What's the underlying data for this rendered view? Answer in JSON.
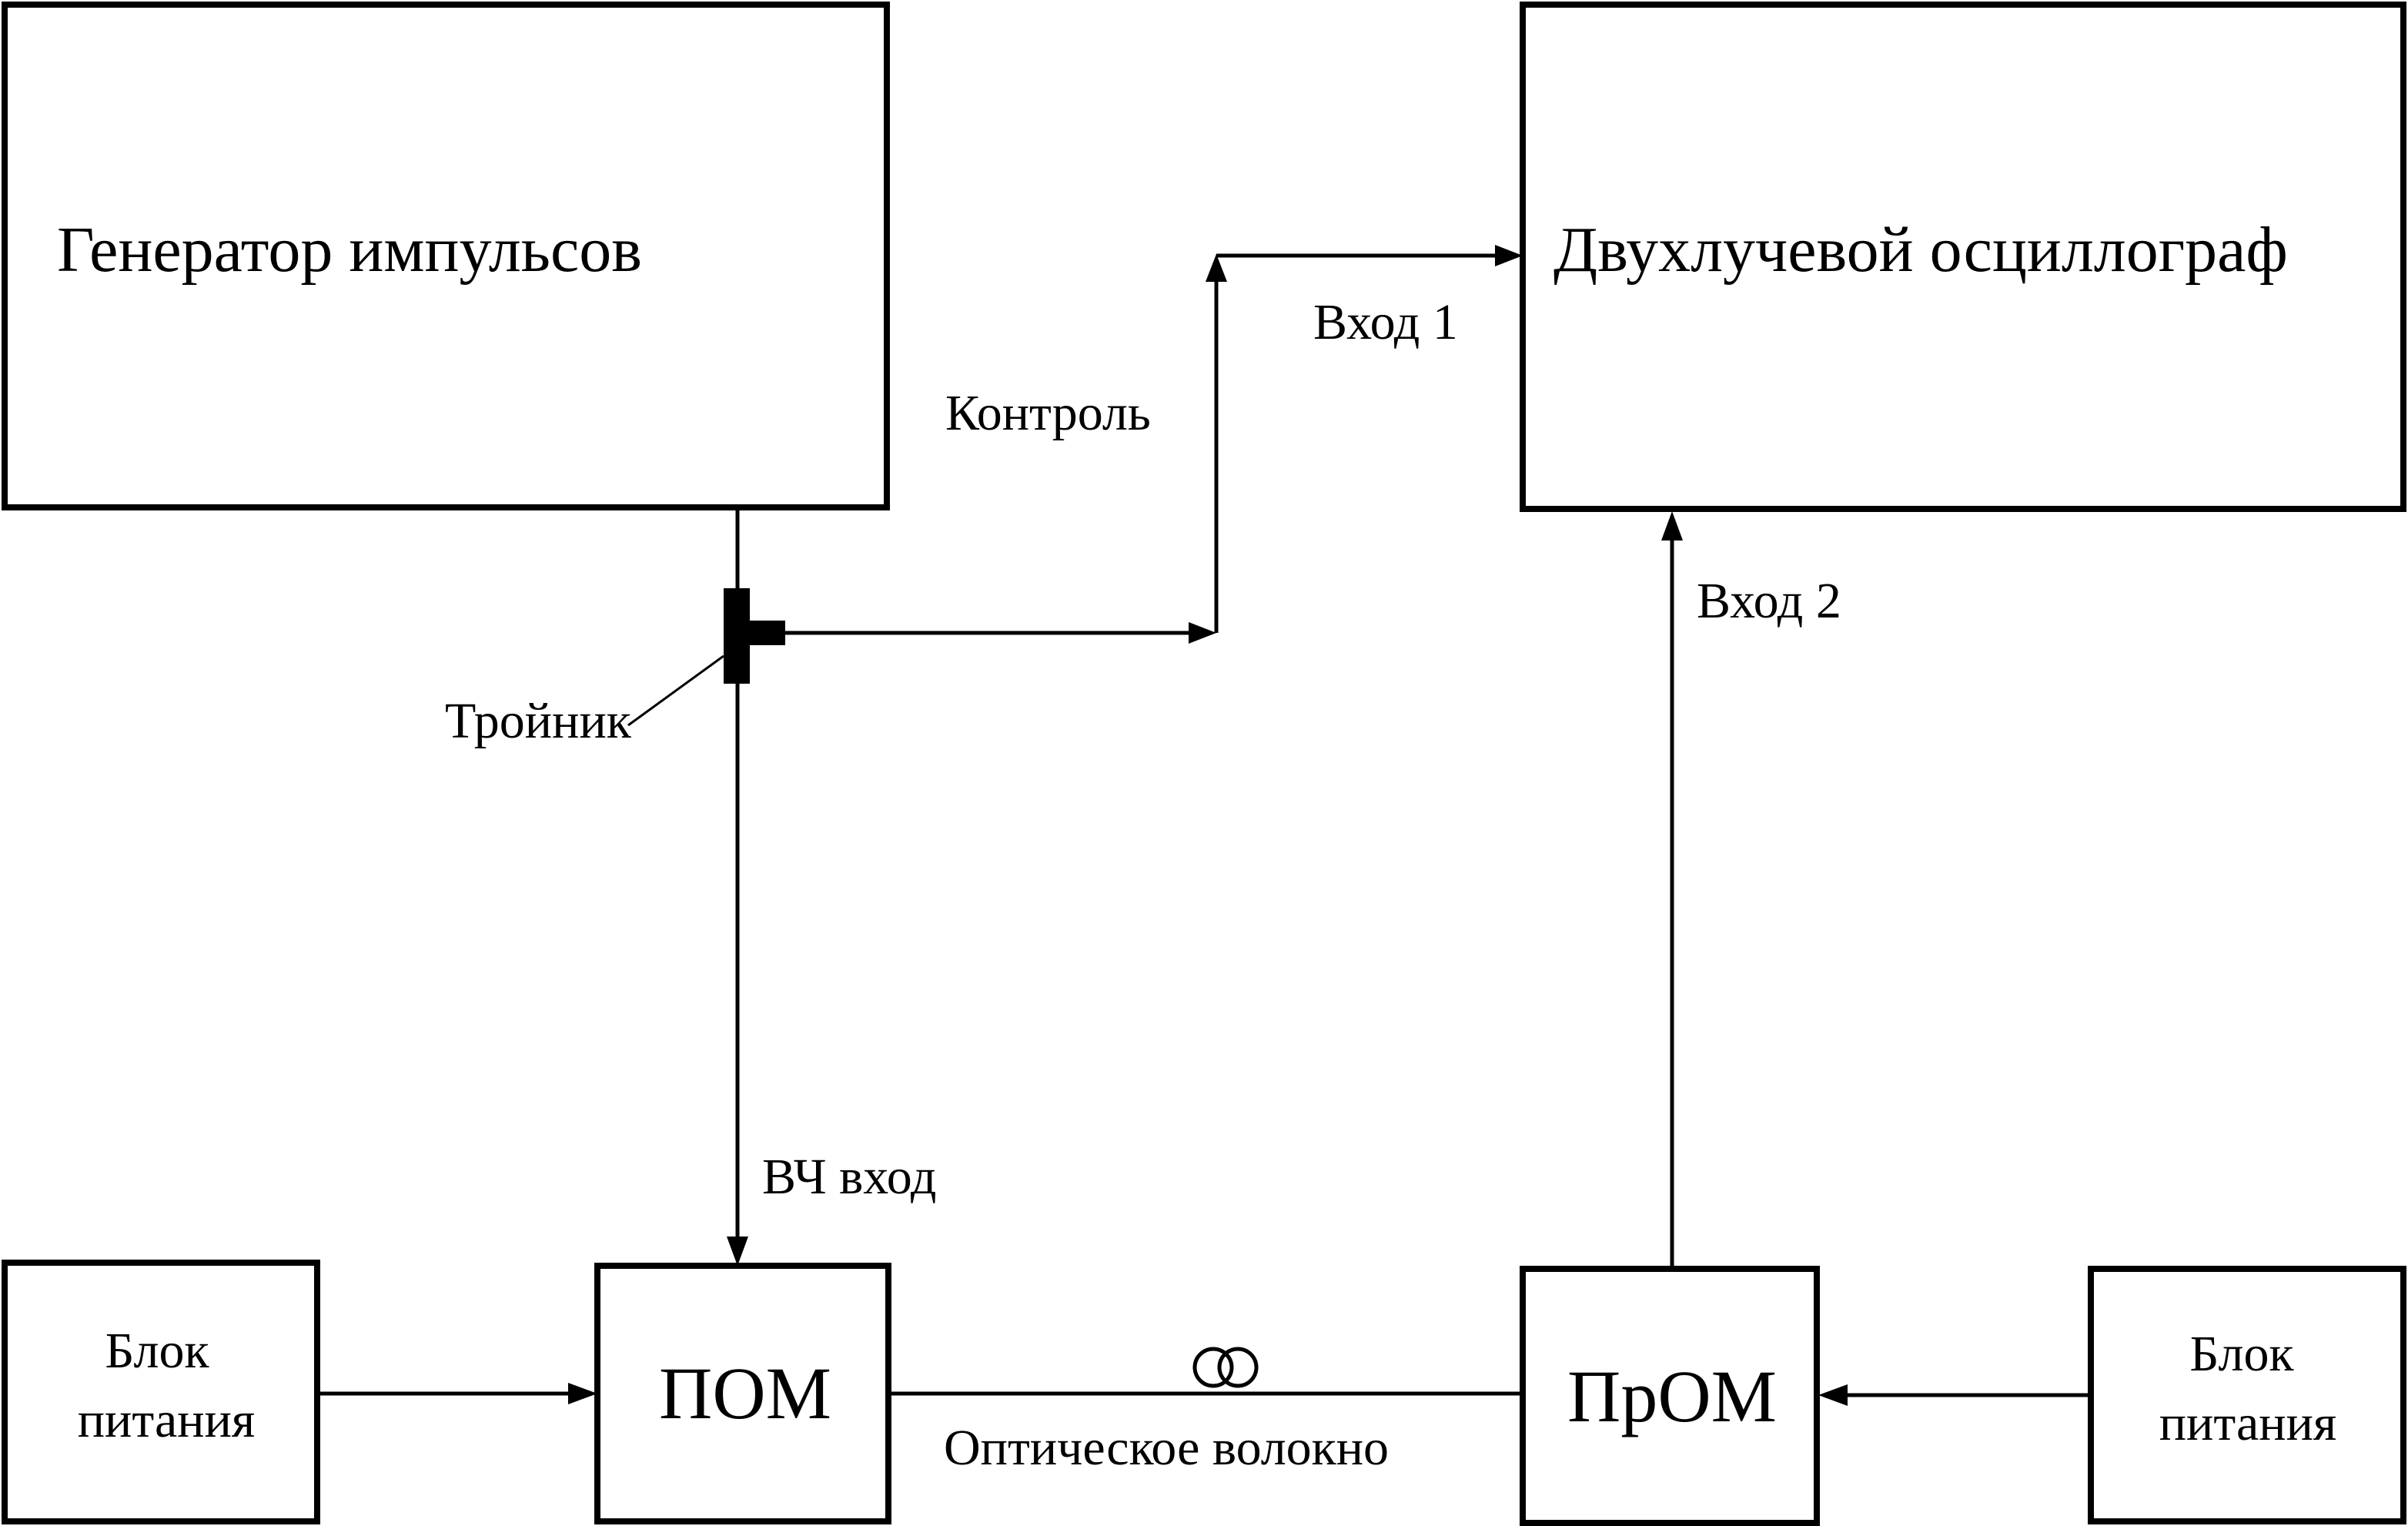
{
  "blocks": {
    "generator": "Генератор импульсов",
    "oscilloscope": "Двухлучевой осциллограф",
    "transmitter": "ПОМ",
    "receiver": "ПрОМ",
    "power_left_line1": "Блок",
    "power_left_line2": "питания",
    "power_right_line1": "Блок",
    "power_right_line2": "питания"
  },
  "labels": {
    "control": "Контроль",
    "input1": "Вход 1",
    "input2": "Вход 2",
    "tee": "Тройник",
    "rf_input": "ВЧ вход",
    "optical_fiber": "Оптическое волокно"
  },
  "colors": {
    "stroke": "#000000",
    "background": "#ffffff"
  }
}
